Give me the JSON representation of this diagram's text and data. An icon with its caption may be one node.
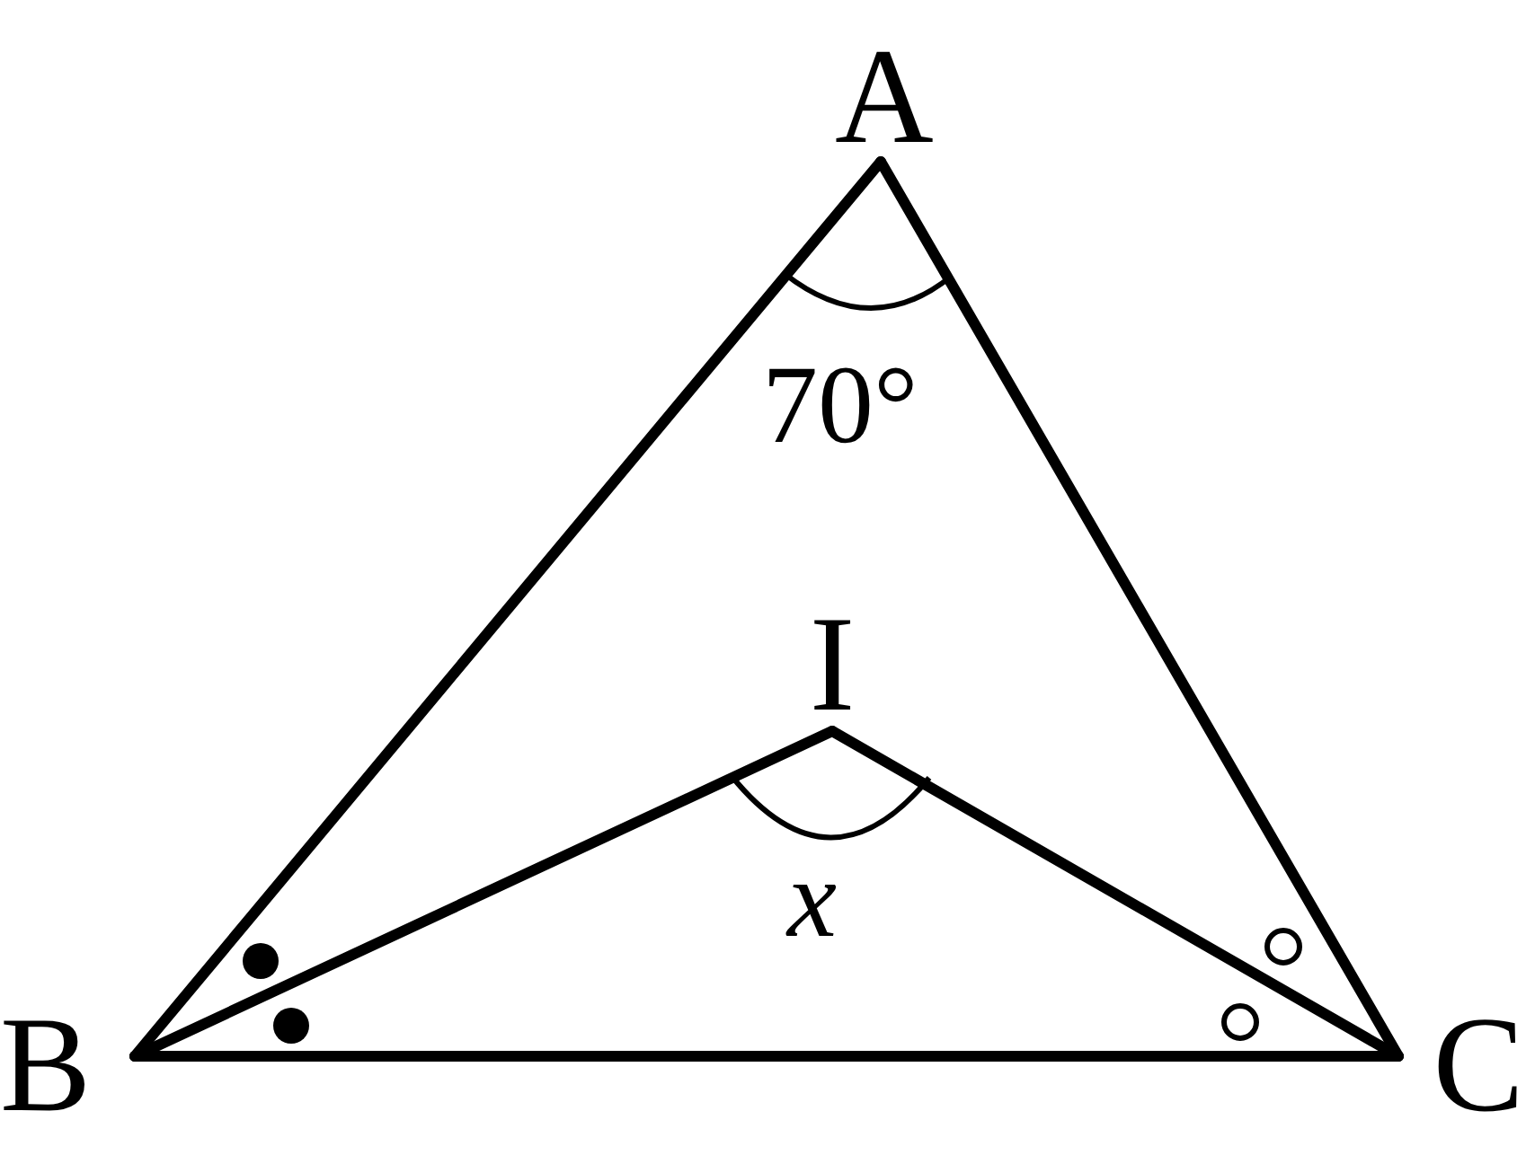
{
  "diagram": {
    "nodes": [
      {
        "text": [
          "A"
        ]
      },
      {
        "text": [
          "B"
        ]
      },
      {
        "text": [
          "C"
        ]
      },
      {
        "text": [
          "I"
        ]
      }
    ],
    "edges": [
      {
        "from": 1,
        "to": 0,
        "arrow": "none"
      },
      {
        "from": 0,
        "to": 2,
        "arrow": "none"
      },
      {
        "from": 1,
        "to": 2,
        "arrow": "none"
      },
      {
        "from": 1,
        "to": 3,
        "arrow": "none"
      },
      {
        "from": 3,
        "to": 2,
        "arrow": "none"
      }
    ],
    "labels": [
      "70°",
      "x"
    ]
  }
}
